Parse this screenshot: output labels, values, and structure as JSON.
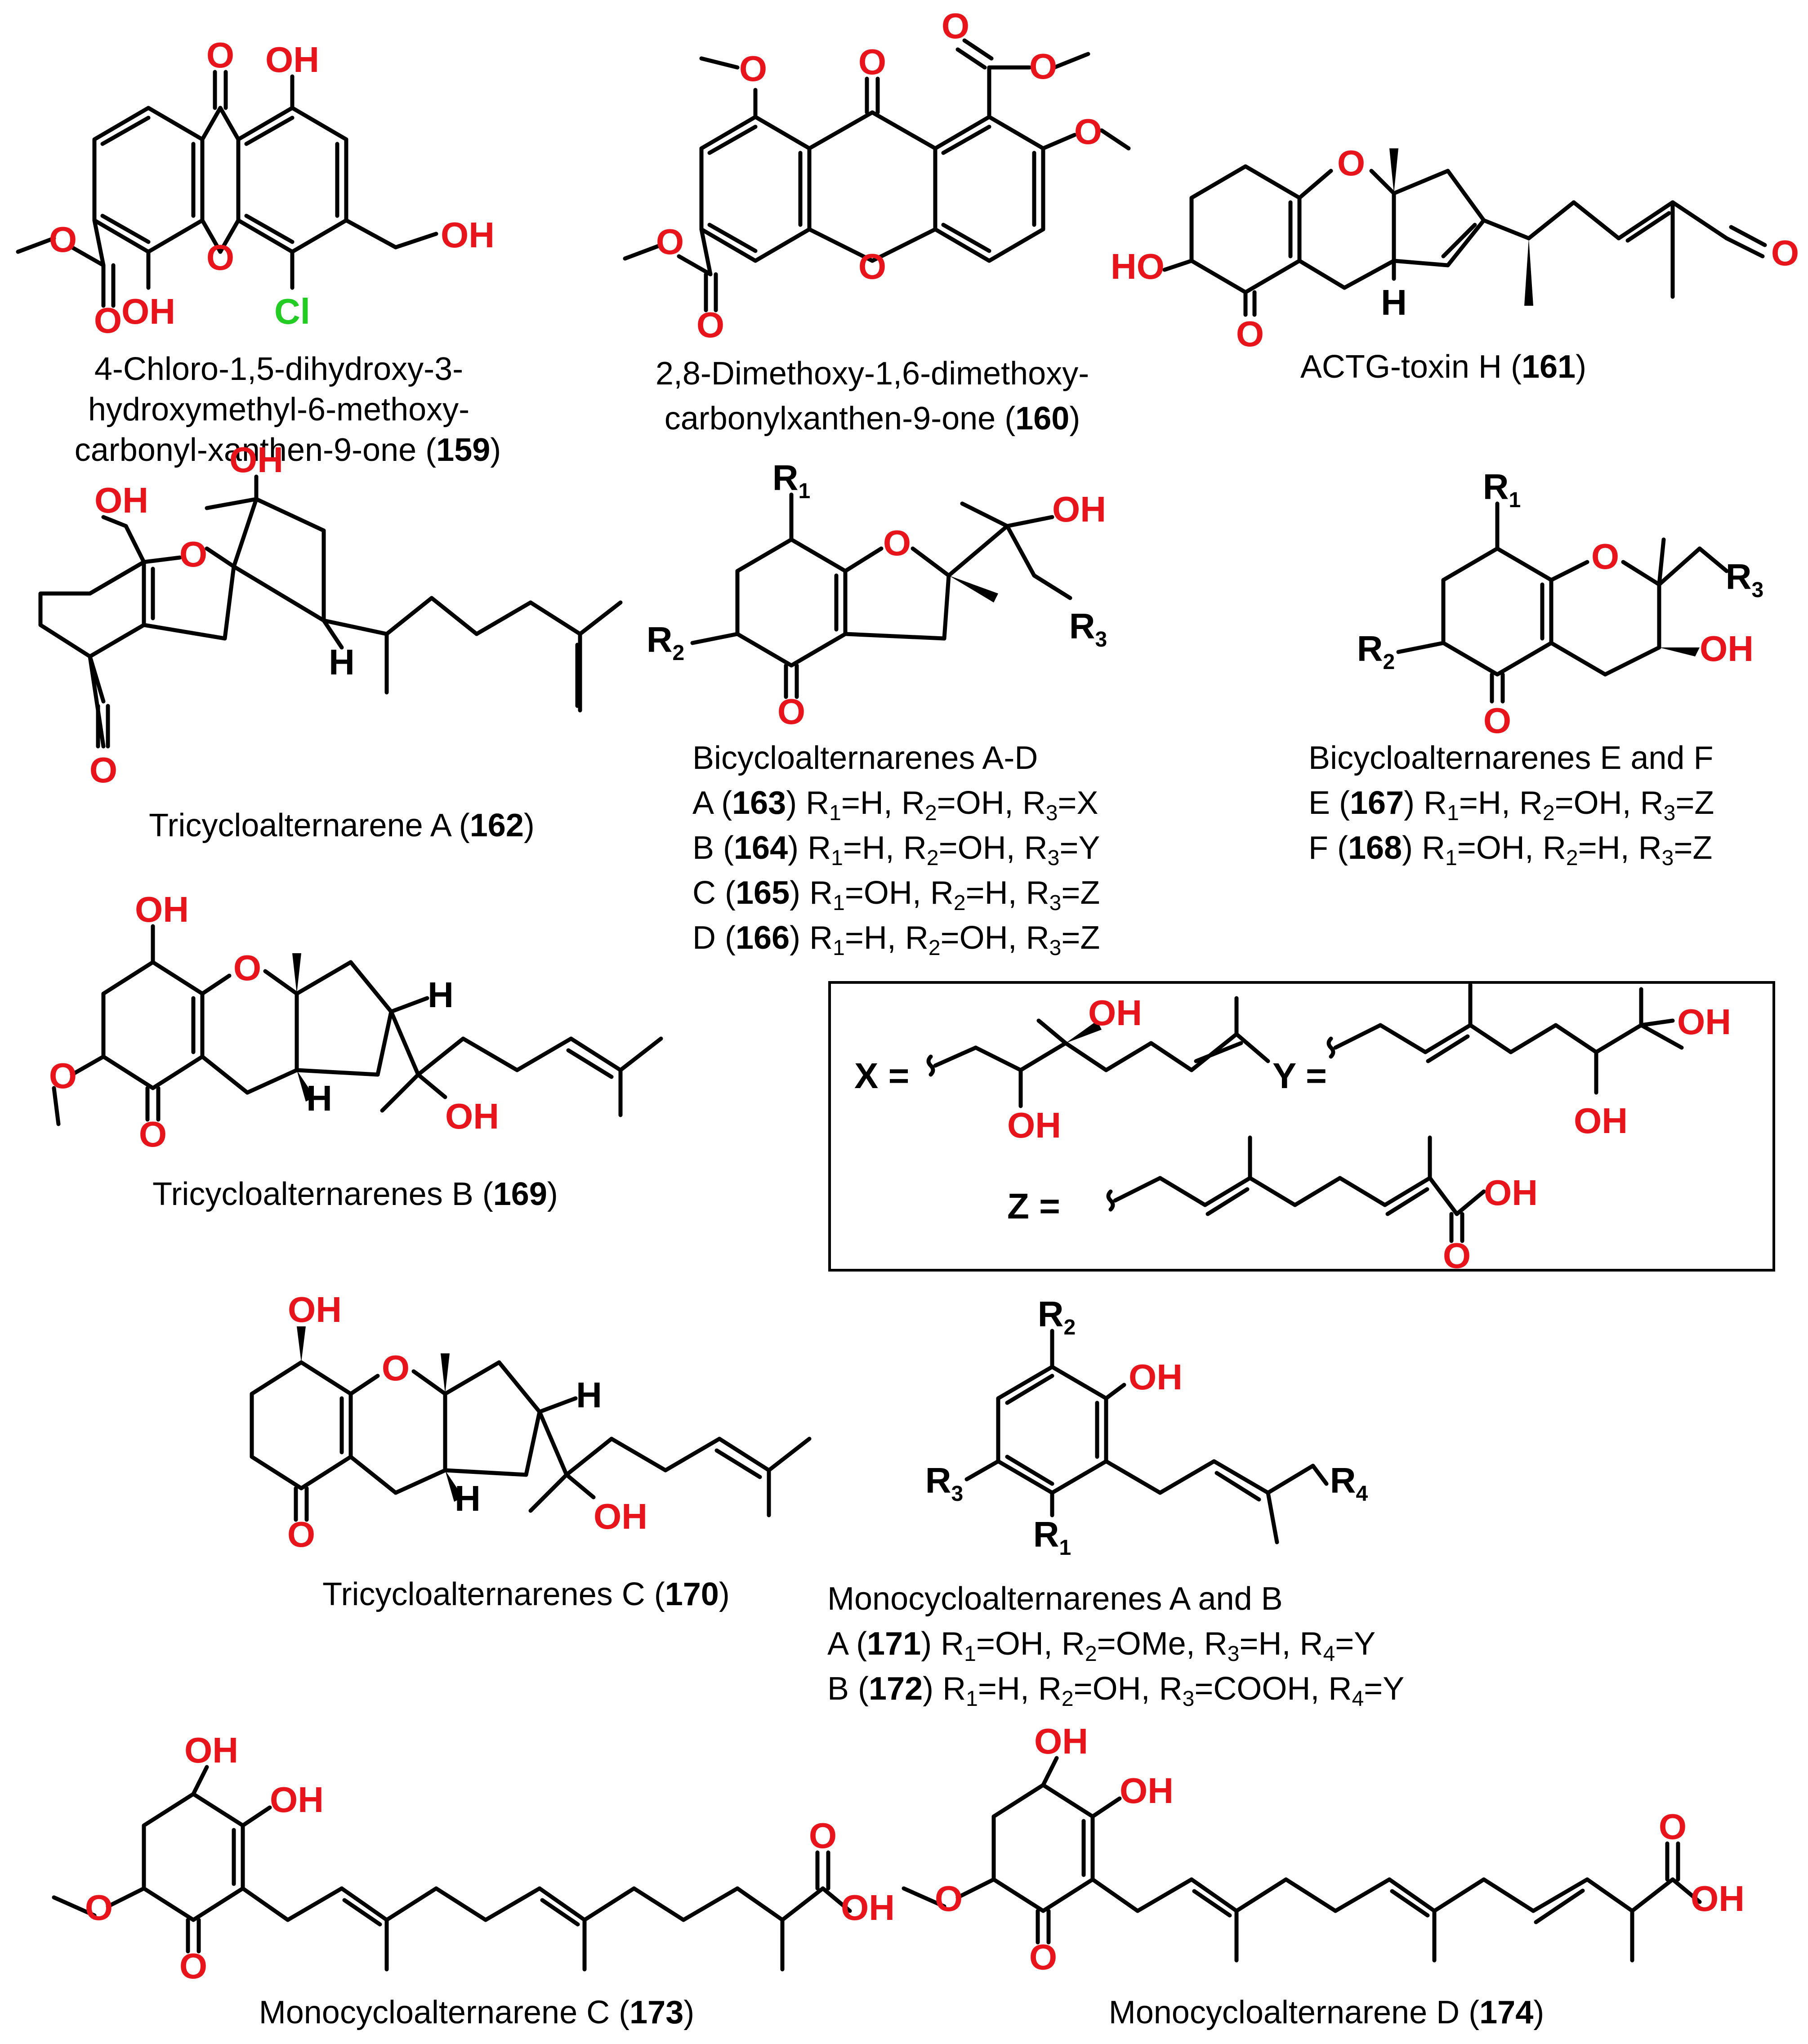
{
  "compounds": [
    {
      "id": "159",
      "caption_lines": [
        "4-Chloro-1,5-dihydroxy-3-",
        "hydroxymethyl-6-methoxy-",
        "carbonyl-xanthen-9-one ("
      ],
      "caption_suffix": ")"
    },
    {
      "id": "160",
      "caption_lines": [
        "2,8-Dimethoxy-1,6-dimethoxy-",
        "carbonylxanthen-9-one ("
      ],
      "caption_suffix": ")"
    },
    {
      "id": "161",
      "name": "ACTG-toxin H ("
    },
    {
      "id": "162",
      "name": "Tricycloalternarene A ("
    },
    {
      "id": "169",
      "name": "Tricycloalternarenes B ("
    },
    {
      "id": "170",
      "name": "Tricycloalternarenes C ("
    },
    {
      "id": "173",
      "name": "Monocycloalternarene C ("
    },
    {
      "id": "174",
      "name": "Monocycloalternarene D ("
    }
  ],
  "series": {
    "bicyclo_ad": {
      "title": "Bicycloalternarenes A-D",
      "entries": [
        {
          "letter": "A",
          "id": "163",
          "R1": "H",
          "R2": "OH",
          "R3": "X"
        },
        {
          "letter": "B",
          "id": "164",
          "R1": "H",
          "R2": "OH",
          "R3": "Y"
        },
        {
          "letter": "C",
          "id": "165",
          "R1": "OH",
          "R2": "H",
          "R3": "Z"
        },
        {
          "letter": "D",
          "id": "166",
          "R1": "H",
          "R2": "OH",
          "R3": "Z"
        }
      ]
    },
    "bicyclo_ef": {
      "title": "Bicycloalternarenes E and F",
      "entries": [
        {
          "letter": "E",
          "id": "167",
          "R1": "H",
          "R2": "OH",
          "R3": "Z"
        },
        {
          "letter": "F",
          "id": "168",
          "R1": "OH",
          "R2": "H",
          "R3": "Z"
        }
      ]
    },
    "monocyclo_ab": {
      "title": "Monocycloalternarenes A and B",
      "entries": [
        {
          "letter": "A",
          "id": "171",
          "R1": "OH",
          "R2": "OMe",
          "R3": "H",
          "R4": "Y"
        },
        {
          "letter": "B",
          "id": "172",
          "R1": "H",
          "R2": "OH",
          "R3": "COOH",
          "R4": "Y"
        }
      ]
    }
  },
  "substituent_box": {
    "X": "X =",
    "Y": "Y =",
    "Z": "Z ="
  },
  "atoms": {
    "O": "O",
    "OH": "OH",
    "HO": "HO",
    "H": "H",
    "Cl": "Cl",
    "R": "R"
  },
  "colors": {
    "heteroatom": "#e8141b",
    "chlorine": "#22cc22",
    "bond": "#000000"
  }
}
